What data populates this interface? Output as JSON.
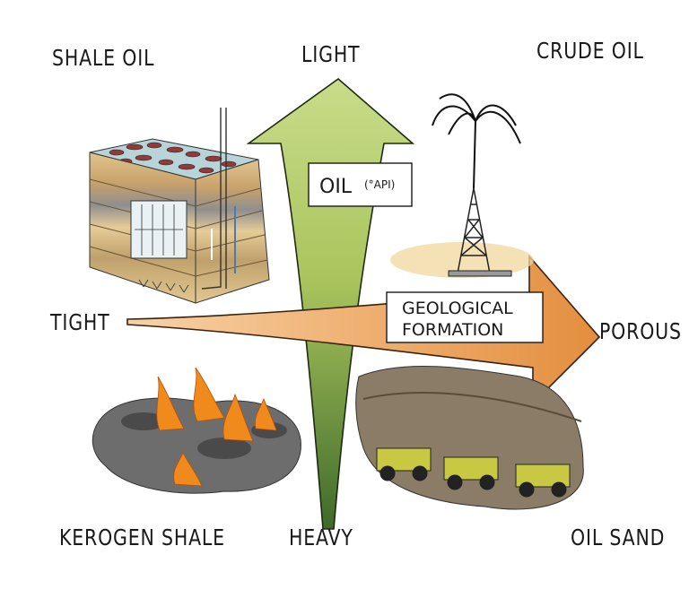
{
  "labels": {
    "shale_oil": "SHALE OIL",
    "light": "LIGHT",
    "crude_oil": "CRUDE OIL",
    "tight": "TIGHT",
    "porous": "POROUS",
    "kerogen_shale": "KEROGEN SHALE",
    "heavy": "HEAVY",
    "oil_sand": "OIL SAND"
  },
  "axis_boxes": {
    "oil_api_main": "OIL",
    "oil_api_unit": "(°API)",
    "geo_line1": "GEOLOGICAL",
    "geo_line2": "FORMATION"
  },
  "colors": {
    "vertical_arrow": "#b7cf6a",
    "horizontal_arrow": "#eea35c",
    "ink": "#1a1a1a",
    "fire": "#f08a1c"
  }
}
